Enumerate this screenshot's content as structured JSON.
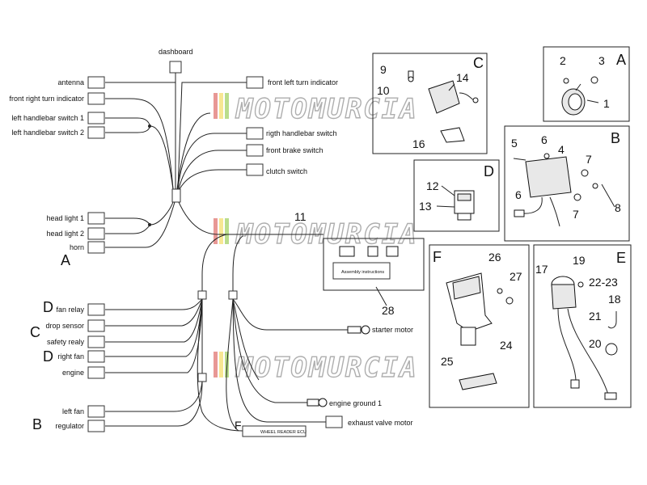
{
  "left_labels": {
    "dashboard": "dashboard",
    "antenna": "antenna",
    "front_right_turn": "front right turn indicator",
    "left_hb_1": "left handlebar switch 1",
    "left_hb_2": "left handlebar switch 2",
    "head_light_1": "head light 1",
    "head_light_2": "head light 2",
    "horn": "horn",
    "fan_relay": "fan relay",
    "drop_sensor": "drop sensor",
    "safety_realy": "safety realy",
    "right_fan": "right fan",
    "engine": "engine",
    "left_fan": "left fan",
    "regulator": "regulator"
  },
  "right_labels": {
    "front_left_turn": "front left turn indicator",
    "rigth_hb": "rigth handlebar switch",
    "front_brake": "front brake switch",
    "clutch": "clutch switch",
    "starter_motor": "starter motor",
    "engine_ground": "engine ground 1",
    "exhaust_valve": "exhaust valve motor",
    "wheel_reader": "WHEEL READER ECU",
    "assembly": "Assembly instructions"
  },
  "group_letters": {
    "A_main": "A",
    "B_main": "B",
    "C_main": "C",
    "D1": "D",
    "D2": "D",
    "F_main": "F",
    "panel_A": "A",
    "panel_B": "B",
    "panel_C": "C",
    "panel_D": "D",
    "panel_E": "E",
    "panel_F": "F"
  },
  "part_numbers": {
    "n1": "1",
    "n2": "2",
    "n3": "3",
    "n4": "4",
    "n5": "5",
    "n6a": "6",
    "n6b": "6",
    "n7a": "7",
    "n7b": "7",
    "n8": "8",
    "n9": "9",
    "n10": "10",
    "n11": "11",
    "n12": "12",
    "n13": "13",
    "n14": "14",
    "n16": "16",
    "n17": "17",
    "n18": "18",
    "n19": "19",
    "n20": "20",
    "n21": "21",
    "n22": "22-23",
    "n24": "24",
    "n25": "25",
    "n26": "26",
    "n27": "27",
    "n28": "28"
  },
  "watermark": "MOTOMURCIA",
  "colors": {
    "wm_red": "#d9534f",
    "wm_yellow": "#f2d74b",
    "wm_green": "#8cc63f",
    "line": "#222222"
  }
}
